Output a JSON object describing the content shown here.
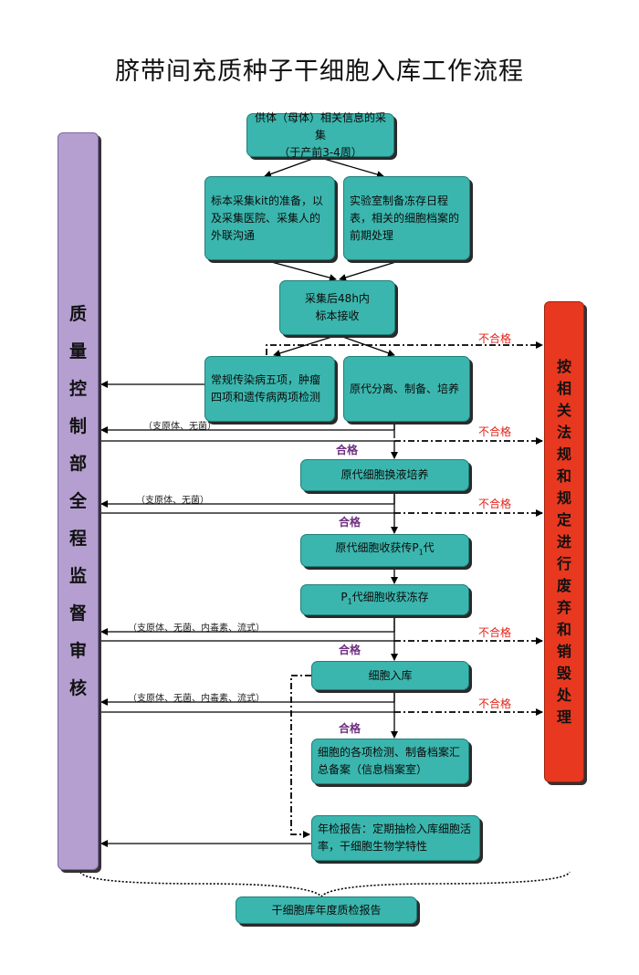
{
  "title": "脐带间充质种子干细胞入库工作流程",
  "boxes": {
    "collect_info_line1": "供体（母体）相关信息的采集",
    "collect_info_line2": "（于产前3-4周）",
    "kit_prep": "标本采集kit的准备，以及采集医院、采集人的外联沟通",
    "lab_schedule": "实验室制备冻存日程表，相关的细胞档案的前期处理",
    "receive_line1": "采集后48h内",
    "receive_line2": "标本接收",
    "disease_test": "常规传染病五项，肿瘤四项和遗传病两项检测",
    "primary_culture": "原代分离、制备、培养",
    "media_change": "原代细胞换液培养",
    "harvest_p1_a": "原代细胞收获传P",
    "harvest_p1_sub": "1",
    "harvest_p1_b": "代",
    "p1_freeze_a": "P",
    "p1_freeze_sub": "1",
    "p1_freeze_b": "代细胞收获冻存",
    "storage": "细胞入库",
    "archive": "细胞的各项检测、制备档案汇总备案（信息档案室）",
    "annual_check": "年检报告：定期抽检入库细胞活率，干细胞生物学特性",
    "annual_report": "干细胞库年度质检报告"
  },
  "qc_bar": [
    "质",
    "量",
    "控",
    "制",
    "部",
    "全",
    "程",
    "监",
    "督",
    "审",
    "核"
  ],
  "disposal_bar": [
    "按",
    "相",
    "关",
    "法",
    "规",
    "和",
    "规",
    "定",
    "进",
    "行",
    "废",
    "弃",
    "和",
    "销",
    "毁",
    "处",
    "理"
  ],
  "labels": {
    "fail": "不合格",
    "pass": "合格",
    "test_basic": "（支原体、无菌）",
    "test_full": "（支原体、无菌、内毒素、流式）"
  },
  "colors": {
    "box_fill": "#3bb6ae",
    "qc_bar": "#b59ed0",
    "disposal_bar": "#e8381f",
    "fail_text": "#e2231a",
    "pass_text": "#6d2f7f"
  }
}
